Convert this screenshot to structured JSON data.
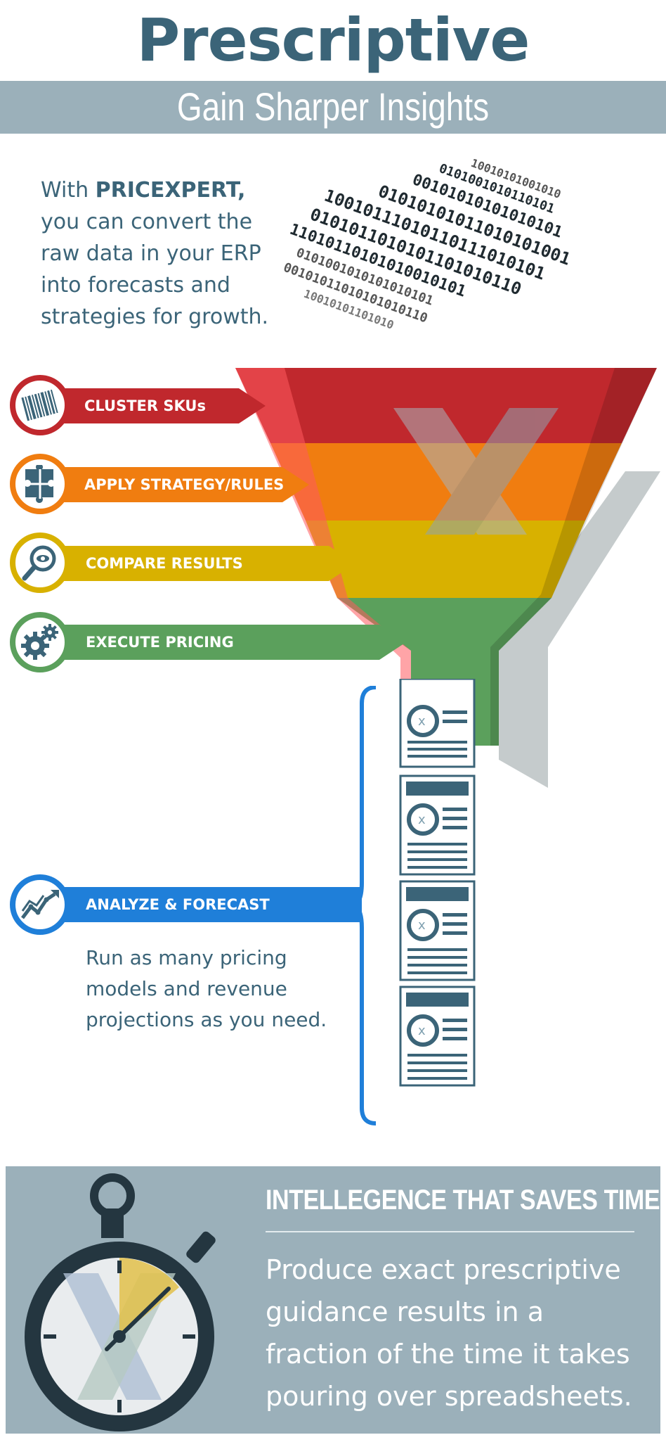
{
  "header": {
    "title": "Prescriptive Guidance",
    "subtitle": "Gain Sharper Insights"
  },
  "intro": {
    "prefix": "With ",
    "brand": "PRICEXPERT,",
    "body": "you can convert the raw data in your ERP into forecasts and strategies for growth."
  },
  "steps": [
    {
      "label": "CLUSTER SKUs",
      "color": "#c0282d",
      "icon": "barcode-icon"
    },
    {
      "label": "APPLY STRATEGY/RULES",
      "color": "#f07d10",
      "icon": "puzzle-icon"
    },
    {
      "label": "COMPARE RESULTS",
      "color": "#d8b100",
      "icon": "magnifier-eye-icon"
    },
    {
      "label": "EXECUTE PRICING",
      "color": "#5ba05c",
      "icon": "gears-icon"
    }
  ],
  "analyze": {
    "label": "ANALYZE & FORECAST",
    "color": "#1f7fd9",
    "icon": "trend-chart-icon",
    "description": "Run as many pricing models and revenue projections as you need."
  },
  "binary_stream": [
    "10010101001010",
    "0101001010110101",
    "00101010101010101",
    "01010101011010101001",
    "10010111010110111010101",
    "0101011010101101010110",
    "11010110101010010101",
    "0101001010101010101",
    "00101011010101010110",
    "10010101101010"
  ],
  "bottom": {
    "title": "INTELLEGENCE THAT SAVES TIME",
    "text": "Produce exact prescriptive guidance results in a fraction of the time it takes pouring over spreadsheets.",
    "icon": "stopwatch-icon"
  },
  "colors": {
    "primary": "#3b6478",
    "band": "#9bb0ba",
    "red": "#c0282d",
    "orange": "#f07d10",
    "yellow": "#d8b100",
    "green": "#5ba05c",
    "blue": "#1f7fd9"
  }
}
